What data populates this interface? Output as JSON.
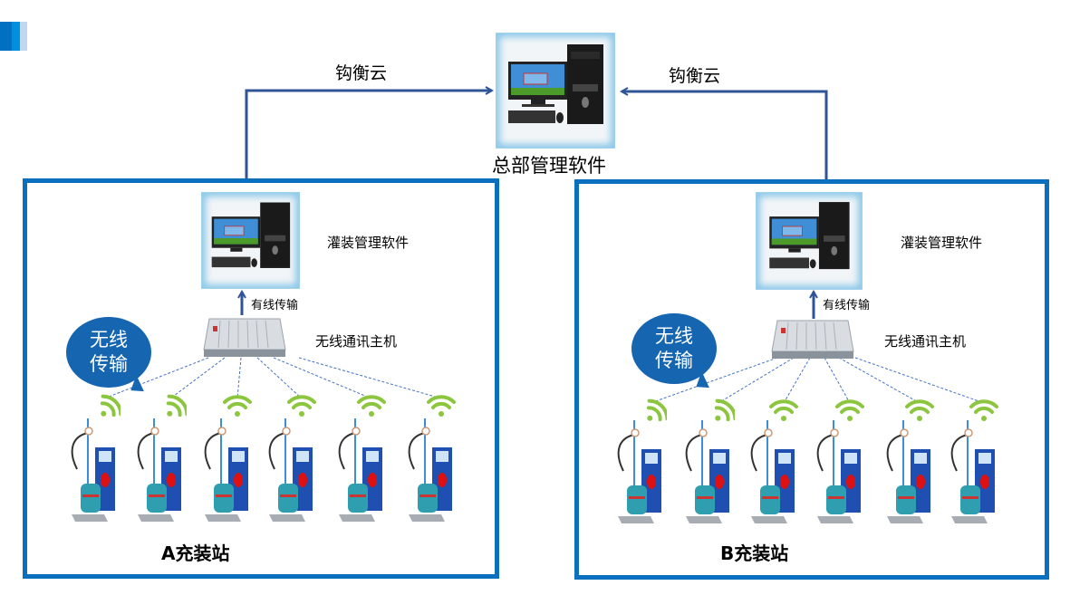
{
  "colors": {
    "accent_dark": "#0070c0",
    "accent_mid": "#0090e0",
    "accent_light": "#c0d8ee",
    "station_border": "#0a6fbd",
    "arrow": "#2f5597",
    "link_dashed": "#4472c4",
    "wifi_green": "#8cc63f",
    "bubble": "#1565b0"
  },
  "headquarters": {
    "label": "总部管理软件",
    "icon": "desktop-computer-icon"
  },
  "cloud_links": [
    {
      "label": "钩衡云",
      "direction": "to-headquarters",
      "from": "A充装站"
    },
    {
      "label": "钩衡云",
      "direction": "to-headquarters",
      "from": "B充装站"
    }
  ],
  "stations": [
    {
      "name": "A充装站",
      "software_label": "灌装管理软件",
      "wired_label": "有线传输",
      "host_label": "无线通讯主机",
      "bubble_line1": "无线",
      "bubble_line2": "传输",
      "filling_machines": 6,
      "device_icon": "lpg-filling-scale-icon",
      "signal_icon": "wifi-signal-icon"
    },
    {
      "name": "B充装站",
      "software_label": "灌装管理软件",
      "wired_label": "有线传输",
      "host_label": "无线通讯主机",
      "bubble_line1": "无线",
      "bubble_line2": "传输",
      "filling_machines": 6,
      "device_icon": "lpg-filling-scale-icon",
      "signal_icon": "wifi-signal-icon"
    }
  ]
}
